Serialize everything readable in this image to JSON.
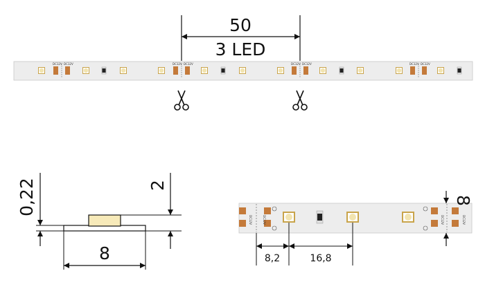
{
  "strip_top": {
    "pitch_value": "50",
    "pitch_led_count": "3 LED",
    "pad_voltage": "DC12V"
  },
  "cross_section": {
    "pcb_thickness": "0,22",
    "total_height": "2",
    "width": "8"
  },
  "strip_detail": {
    "pad_voltage": "DC12V",
    "edge_to_led": "8,2",
    "led_pitch": "16,8",
    "strip_width": "8"
  },
  "colors": {
    "strip": "#ededed",
    "strip_outline": "#c8c8c8",
    "led_body": "#ffffff",
    "led_phosphor": "#f2e4b0",
    "led_frame": "#c9a44a",
    "resistor": "#222222",
    "pad": "#c47a3a",
    "dimension_line": "#111111",
    "scissors": "#111111"
  }
}
